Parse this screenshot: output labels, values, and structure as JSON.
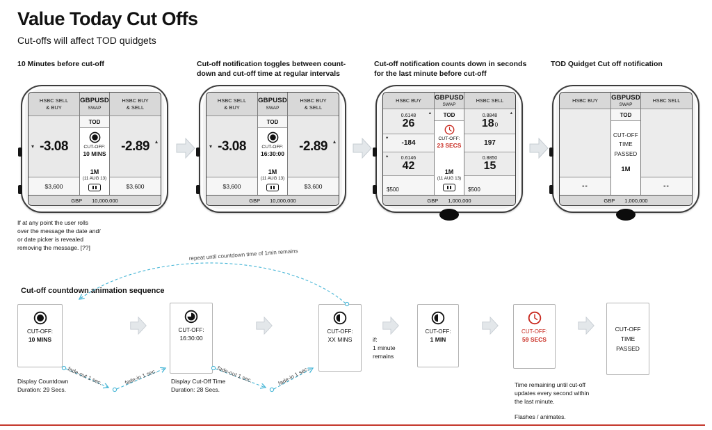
{
  "page": {
    "title": "Value Today Cut Offs",
    "subtitle": "Cut-offs will affect TOD quidgets",
    "accent_red": "#c8281e",
    "arrow_cyan": "#45b5d6"
  },
  "icons": {
    "up_triangle": "▴",
    "down_triangle": "▾"
  },
  "widgets": [
    {
      "caption": "10 Minutes before cut-off",
      "left": {
        "title1": "HSBC SELL",
        "title2": "& BUY",
        "price": "-3.08",
        "amount": "$3,600"
      },
      "center": {
        "pair": "GBPUSD",
        "product": "SWAP",
        "session": "TOD",
        "cutoff_label": "CUT-OFF:",
        "cutoff_value": "10 MINS",
        "tenor": "1M",
        "tenor_date": "(11 AUG 13)"
      },
      "right": {
        "title1": "HSBC BUY",
        "title2": "& SELL",
        "price": "-2.89",
        "amount": "$3,600"
      },
      "footer": {
        "currency": "GBP",
        "notional": "10,000,000"
      },
      "note": "If at any point the user rolls\nover the message the date and/\nor date picker is revealed\nremoving the message.  [??]"
    },
    {
      "caption": "Cut-off notification toggles between count-down and cut-off time at regular intervals",
      "left": {
        "title1": "HSBC SELL",
        "title2": "& BUY",
        "price": "-3.08",
        "amount": "$3,600"
      },
      "center": {
        "pair": "GBPUSD",
        "product": "SWAP",
        "session": "TOD",
        "cutoff_label": "CUT-OFF:",
        "cutoff_value": "16:30:00",
        "tenor": "1M",
        "tenor_date": "(11 AUG 13)"
      },
      "right": {
        "title1": "HSBC BUY",
        "title2": "& SELL",
        "price": "-2.89",
        "amount": "$3,600"
      },
      "footer": {
        "currency": "GBP",
        "notional": "10,000,000"
      }
    },
    {
      "caption": "Cut-off notification counts down in seconds for the last minute before cut-off",
      "left": {
        "title": "HSBC BUY",
        "rate_small_top": "0.6148",
        "rate_big_top": "26",
        "points": "-184",
        "rate_small_bottom": "0.6146",
        "rate_big_bottom": "42",
        "amount": "$500"
      },
      "center": {
        "pair": "GBPUSD",
        "product": "SWAP",
        "session": "TOD",
        "cutoff_label": "CUT-OFF:",
        "cutoff_value": "23 SECS",
        "tenor": "1M",
        "tenor_date": "(11 AUG 13)"
      },
      "right": {
        "title": "HSBC SELL",
        "rate_small_top": "0.8848",
        "rate_big_top": "18",
        "rate_pip_top": "0",
        "points": "197",
        "rate_small_bottom": "0.8850",
        "rate_big_bottom": "15",
        "amount": "$500"
      },
      "footer": {
        "currency": "GBP",
        "notional": "1,000,000"
      }
    },
    {
      "caption": "TOD Quidget Cut off notification",
      "left": {
        "title": "HSBC BUY",
        "placeholder": "--"
      },
      "center": {
        "pair": "GBPUSD",
        "product": "SWAP",
        "session": "TOD",
        "message": "CUT-OFF\nTIME\nPASSED",
        "tenor": "1M"
      },
      "right": {
        "title": "HSBC SELL",
        "placeholder": "--"
      },
      "footer": {
        "currency": "GBP",
        "notional": "1,000,000"
      }
    }
  ],
  "sequence": {
    "heading": "Cut-off countdown animation sequence",
    "repeat_label": "repeat until countdown time of 1min remains",
    "cards": [
      {
        "label": "CUT-OFF:",
        "value": "10 MINS"
      },
      {
        "label": "CUT-OFF:",
        "value": "16:30:00"
      },
      {
        "label": "CUT-OFF:",
        "value": "XX MINS"
      },
      {
        "label": "CUT-OFF:",
        "value": "1 MIN"
      },
      {
        "label": "CUT-OFF:",
        "value": "59 SECS"
      },
      {
        "message": "CUT-OFF\nTIME\nPASSED"
      }
    ],
    "transitions": {
      "fade_out_a": "fade-out 1 sec.",
      "fade_in_a": "fade-in 1 sec.",
      "fade_out_b": "fade-out 1 sec.",
      "fade_in_b": "fade-in 1 sec."
    },
    "notes": {
      "countdown_duration": "Display Countdown\nDuration: 29 Secs.",
      "cutoff_time_duration": "Display Cut-Off Time\nDuration: 28 Secs.",
      "one_minute_condition": "if:\n1 minute\nremains",
      "last_minute": "Time remaining until cut-off\nupdates every second within\nthe last minute.",
      "flashes": "Flashes / animates."
    }
  }
}
